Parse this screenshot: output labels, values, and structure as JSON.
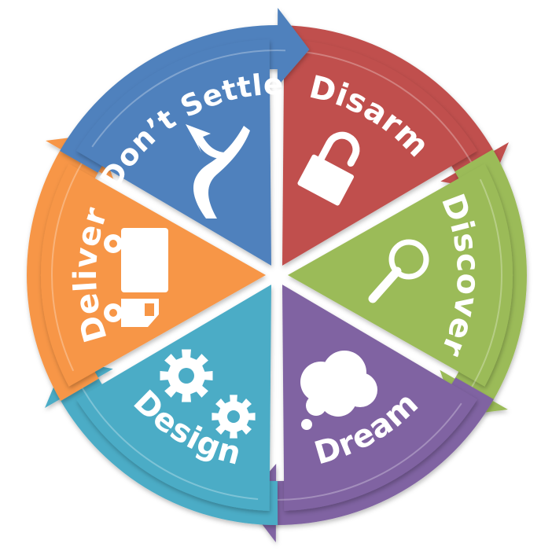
{
  "diagram": {
    "segments": [
      {
        "label": "Disarm",
        "color": "#c0504d",
        "icon": "padlock-open-icon"
      },
      {
        "label": "Discover",
        "color": "#9bbb59",
        "icon": "magnifier-icon"
      },
      {
        "label": "Dream",
        "color": "#8064a2",
        "icon": "thought-bubble-icon"
      },
      {
        "label": "Design",
        "color": "#4bacc6",
        "icon": "gears-icon"
      },
      {
        "label": "Deliver",
        "color": "#f79646",
        "icon": "truck-icon"
      },
      {
        "label": "Don’t Settle",
        "color": "#4f81bd",
        "icon": "winding-road-icon"
      }
    ]
  }
}
